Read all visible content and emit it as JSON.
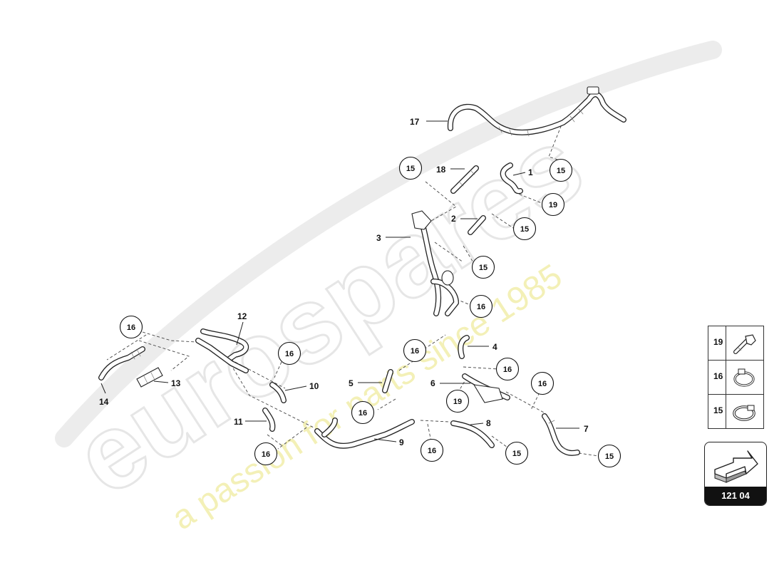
{
  "watermark": {
    "brand": "eurospares",
    "tagline": "a passion for parts since 1985"
  },
  "callouts": [
    {
      "id": "c-1",
      "number": "1"
    },
    {
      "id": "c-2",
      "number": "2"
    },
    {
      "id": "c-3",
      "number": "3"
    },
    {
      "id": "c-4",
      "number": "4"
    },
    {
      "id": "c-5",
      "number": "5"
    },
    {
      "id": "c-6",
      "number": "6"
    },
    {
      "id": "c-7",
      "number": "7"
    },
    {
      "id": "c-8",
      "number": "8"
    },
    {
      "id": "c-9",
      "number": "9"
    },
    {
      "id": "c-10",
      "number": "10"
    },
    {
      "id": "c-11",
      "number": "11"
    },
    {
      "id": "c-12",
      "number": "12"
    },
    {
      "id": "c-13",
      "number": "13"
    },
    {
      "id": "c-14",
      "number": "14"
    },
    {
      "id": "c-17",
      "number": "17"
    },
    {
      "id": "c-18",
      "number": "18"
    }
  ],
  "circled_callouts": [
    {
      "id": "cc-15-a",
      "number": "15"
    },
    {
      "id": "cc-15-b",
      "number": "15"
    },
    {
      "id": "cc-15-c",
      "number": "15"
    },
    {
      "id": "cc-15-d",
      "number": "15"
    },
    {
      "id": "cc-15-e",
      "number": "15"
    },
    {
      "id": "cc-15-f",
      "number": "15"
    },
    {
      "id": "cc-16-a",
      "number": "16"
    },
    {
      "id": "cc-16-b",
      "number": "16"
    },
    {
      "id": "cc-16-c",
      "number": "16"
    },
    {
      "id": "cc-16-d",
      "number": "16"
    },
    {
      "id": "cc-16-e",
      "number": "16"
    },
    {
      "id": "cc-16-f",
      "number": "16"
    },
    {
      "id": "cc-16-g",
      "number": "16"
    },
    {
      "id": "cc-16-h",
      "number": "16"
    },
    {
      "id": "cc-16-i",
      "number": "16"
    },
    {
      "id": "cc-19-a",
      "number": "19"
    },
    {
      "id": "cc-19-b",
      "number": "19"
    }
  ],
  "legend": [
    {
      "number": "19",
      "icon": "bolt-icon"
    },
    {
      "number": "16",
      "icon": "hose-clamp-icon"
    },
    {
      "number": "15",
      "icon": "hose-clamp-icon"
    }
  ],
  "nav_card": {
    "code": "121 04",
    "icon": "arrow-icon"
  }
}
